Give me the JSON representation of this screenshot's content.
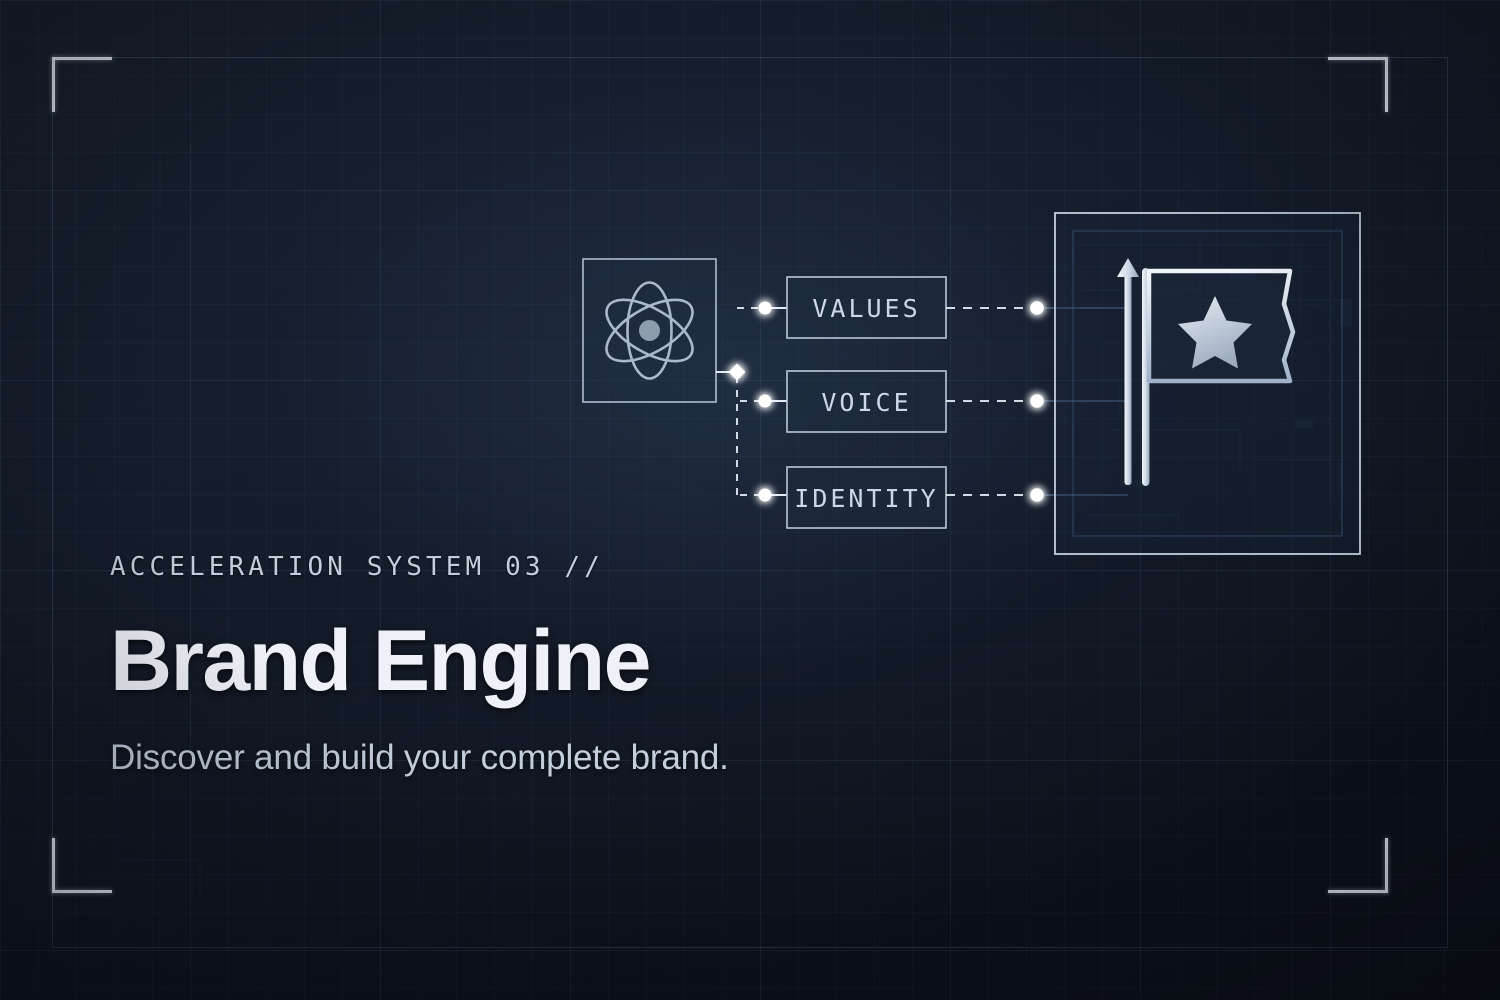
{
  "page": {
    "background_color": "#141b28",
    "accent_color": "#e9eef6",
    "grid_color": "#4a6party"
  },
  "frame": {
    "corner_brackets": [
      "top-left",
      "top-right",
      "bottom-left",
      "bottom-right"
    ]
  },
  "text": {
    "eyebrow": "ACCELERATION SYSTEM 03 //",
    "headline": "Brand Engine",
    "subline": "Discover and build your complete brand."
  },
  "diagram": {
    "source_icon": "atom-icon",
    "target_icon": "flag-icon",
    "nodes": [
      {
        "label": "VALUES"
      },
      {
        "label": "VOICE"
      },
      {
        "label": "IDENTITY"
      }
    ],
    "connector_style": "dashed",
    "node_count": 3
  }
}
